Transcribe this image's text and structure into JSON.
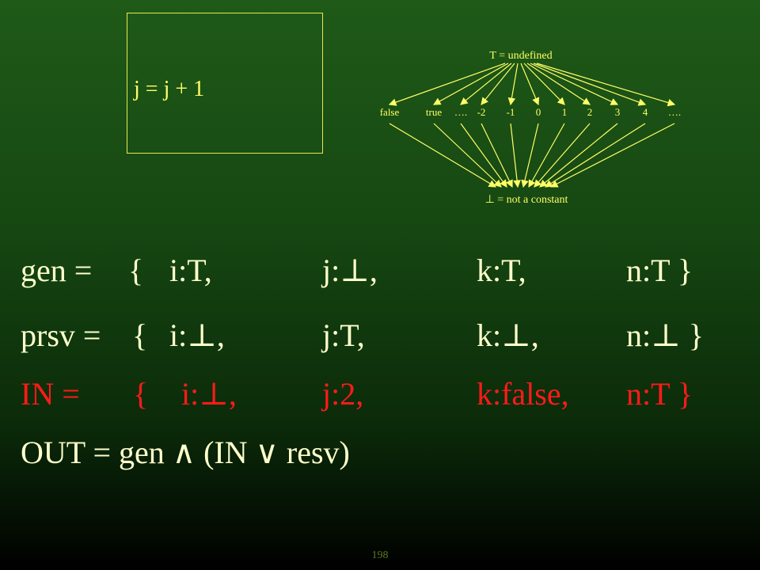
{
  "code": {
    "statement": "j = j + 1"
  },
  "lattice": {
    "top_label": "T = undefined",
    "bottom_label": "⊥ = not a constant",
    "values": [
      "false",
      "true",
      "….",
      "-2",
      "-1",
      "0",
      "1",
      "2",
      "3",
      "4",
      "…."
    ]
  },
  "equations": {
    "gen": {
      "label": "gen =",
      "brace": "{",
      "i": "i:T,",
      "j": "j:⊥,",
      "k": "k:T,",
      "n": "n:T }"
    },
    "prsv": {
      "label": "prsv =",
      "brace": "{",
      "i": "i:⊥,",
      "j": "j:T,",
      "k": "k:⊥,",
      "n": "n:⊥ }"
    },
    "in": {
      "label": "IN =",
      "brace": "{",
      "i": "i:⊥,",
      "j": "j:2,",
      "k": "k:false,",
      "n": "n:T }"
    },
    "out": "OUT = gen ∧ (IN ∨ resv)"
  },
  "slide_number": "198",
  "colors": {
    "text": "#ffffcc",
    "highlight": "#ff1a1a",
    "lattice": "#ffff66"
  }
}
